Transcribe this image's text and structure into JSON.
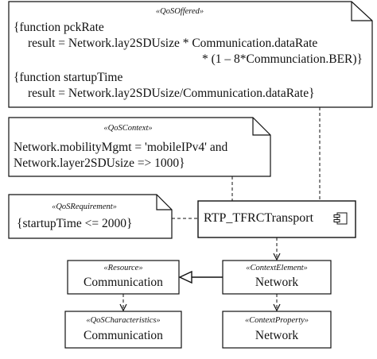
{
  "qos_offered": {
    "stereotype": "«QoSOffered»",
    "lines": [
      "{function pckRate",
      "result = Network.lay2SDUsize * Communication.dataRate",
      "* (1 – 8*Communciation.BER)}",
      "{function startupTime",
      "result = Network.lay2SDUsize/Communication.dataRate}"
    ]
  },
  "qos_context": {
    "stereotype": "«QoSContext»",
    "lines": [
      "Network.mobilityMgmt = 'mobileIPv4' and",
      "Network.layer2SDUsize => 1000}"
    ]
  },
  "qos_requirement": {
    "stereotype": "«QoSRequirement»",
    "text": "{startupTime <= 2000}"
  },
  "component": {
    "label": "RTP_TFRCTransport",
    "icon": "component-icon"
  },
  "resource": {
    "stereotype": "«Resource»",
    "name": "Communication"
  },
  "context_element": {
    "stereotype": "«ContextElement»",
    "name": "Network"
  },
  "qos_characteristics": {
    "stereotype": "«QoSCharacteristics»",
    "name": "Communication"
  },
  "context_property": {
    "stereotype": "«ContextProperty»",
    "name": "Network"
  }
}
